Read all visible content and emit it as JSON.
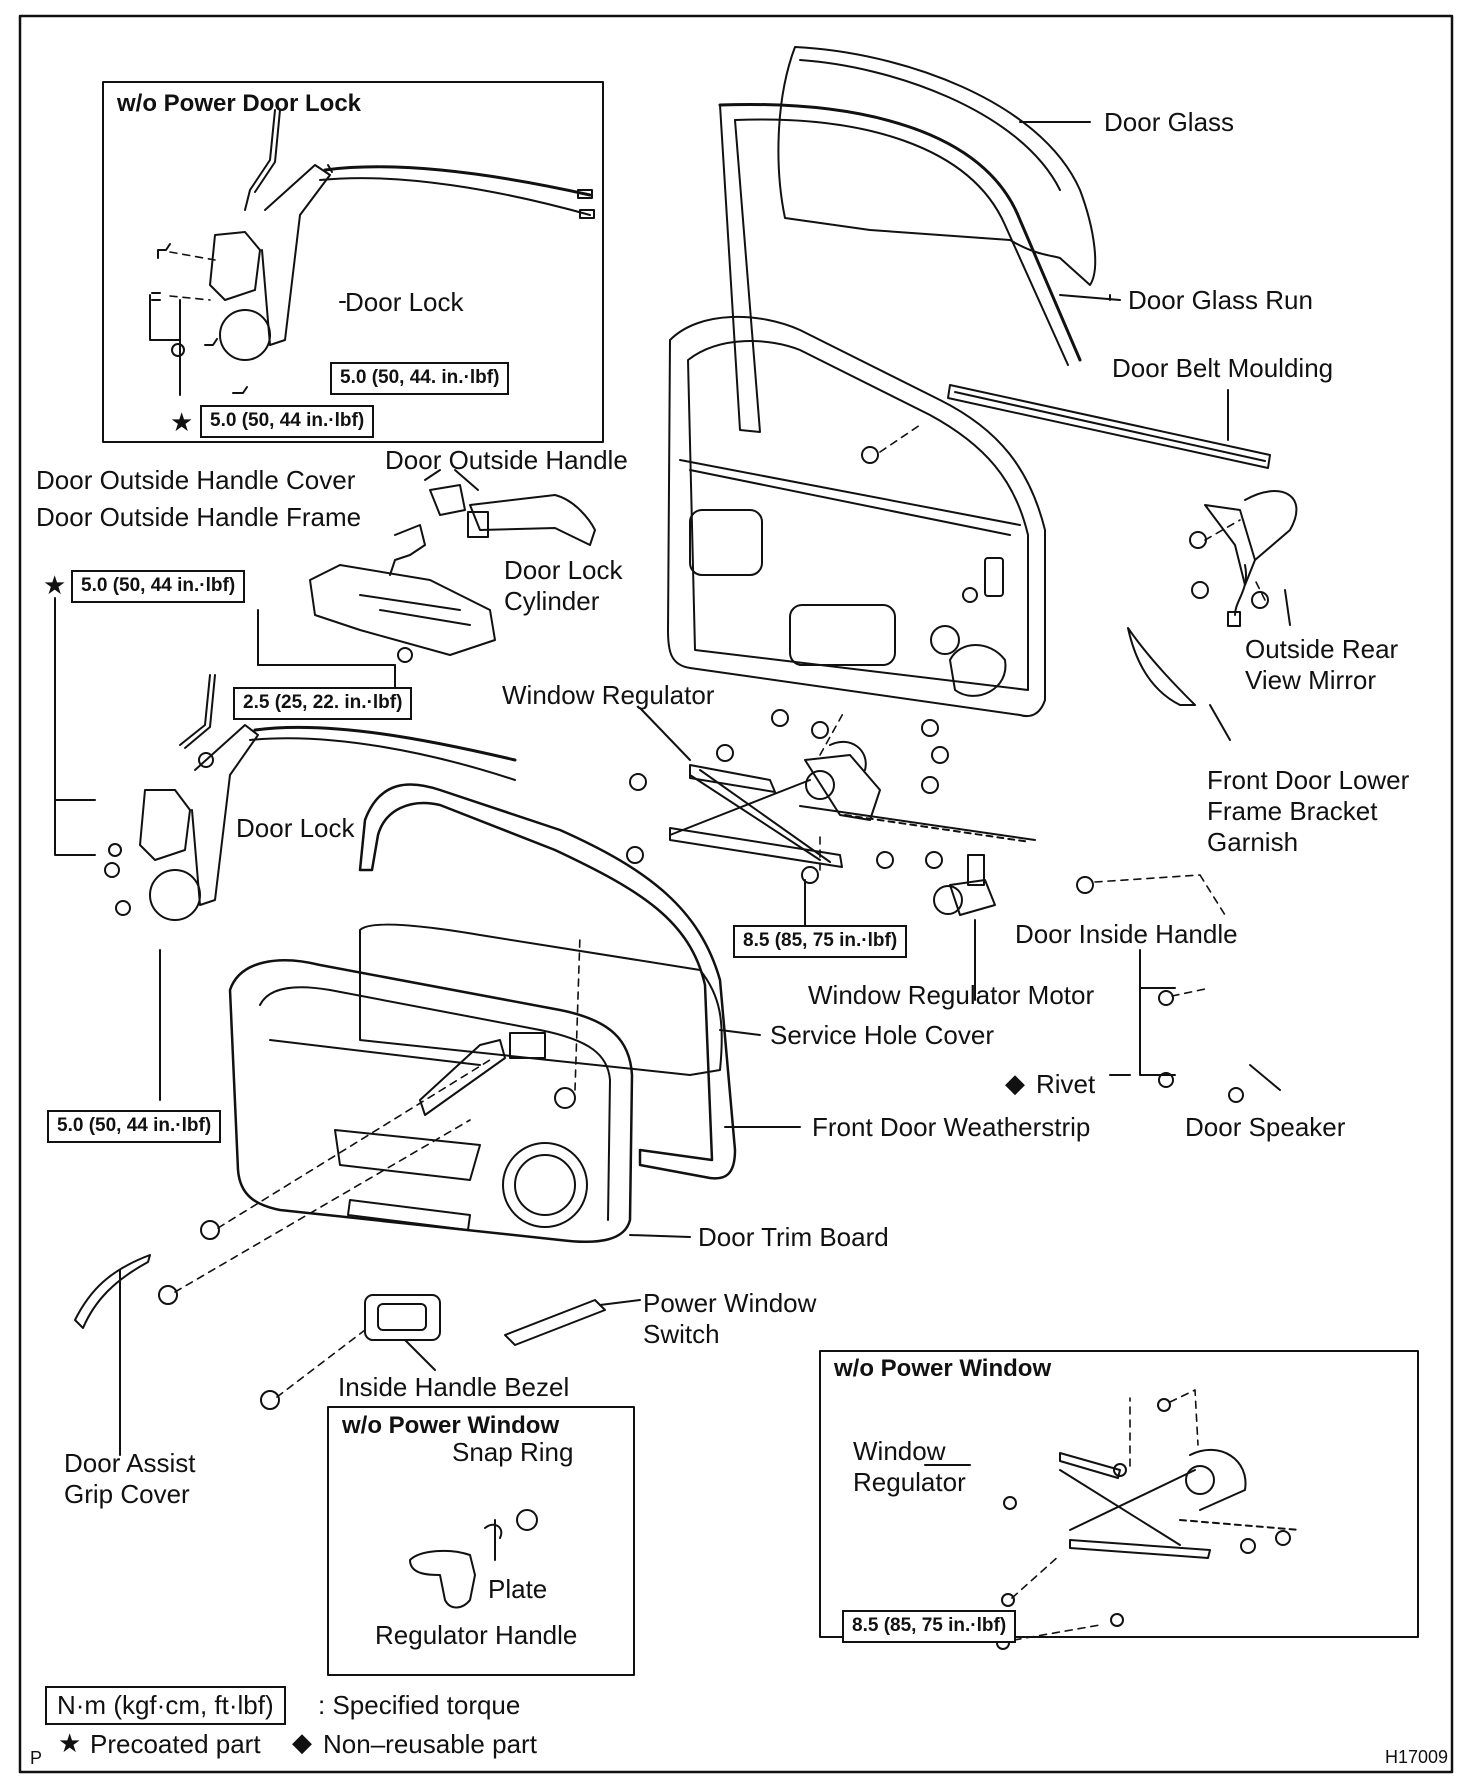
{
  "boxes": {
    "power_lock": "w/o Power Door Lock",
    "power_window_handle": "w/o Power Window",
    "power_window_regulator": "w/o Power Window"
  },
  "labels": {
    "door_glass": "Door Glass",
    "door_glass_run": "Door Glass Run",
    "door_belt_moulding": "Door Belt Moulding",
    "door_lock_top": "Door Lock",
    "door_outside_handle_cover": "Door Outside Handle Cover",
    "door_outside_handle": "Door Outside Handle",
    "door_outside_handle_frame": "Door Outside Handle Frame",
    "door_lock_cylinder": "Door Lock\nCylinder",
    "outside_rear_view_mirror": "Outside Rear\nView Mirror",
    "window_regulator": "Window Regulator",
    "front_door_lower_frame_bracket_garnish": "Front Door Lower\nFrame Bracket\nGarnish",
    "door_lock": "Door Lock",
    "door_inside_handle": "Door Inside Handle",
    "window_regulator_motor": "Window Regulator Motor",
    "service_hole_cover": "Service Hole Cover",
    "rivet": "Rivet",
    "front_door_weatherstrip": "Front Door Weatherstrip",
    "door_speaker": "Door Speaker",
    "door_trim_board": "Door Trim Board",
    "power_window_switch": "Power Window\nSwitch",
    "inside_handle_bezel": "Inside Handle Bezel",
    "door_assist_grip_cover": "Door Assist\nGrip Cover",
    "snap_ring": "Snap Ring",
    "plate": "Plate",
    "regulator_handle": "Regulator Handle",
    "window_regulator_box": "Window\nRegulator"
  },
  "torques": {
    "lock_top_1": "5.0 (50, 44. in.·lbf)",
    "lock_top_2": "5.0 (50, 44 in.·lbf)",
    "handle_frame": "5.0 (50, 44 in.·lbf)",
    "handle_frame_2": "2.5 (25, 22. in.·lbf)",
    "lock_bottom": "5.0 (50, 44 in.·lbf)",
    "regulator": "8.5 (85, 75 in.·lbf)",
    "regulator_box": "8.5 (85, 75 in.·lbf)"
  },
  "legend": {
    "unit": "N·m (kgf·cm, ft·lbf)",
    "specified": ": Specified torque",
    "precoated": "Precoated part",
    "nonreusable": "Non–reusable part"
  },
  "symbols": {
    "star": "★",
    "diamond": "◆"
  },
  "corner": {
    "left": "P",
    "right": "H17009"
  }
}
